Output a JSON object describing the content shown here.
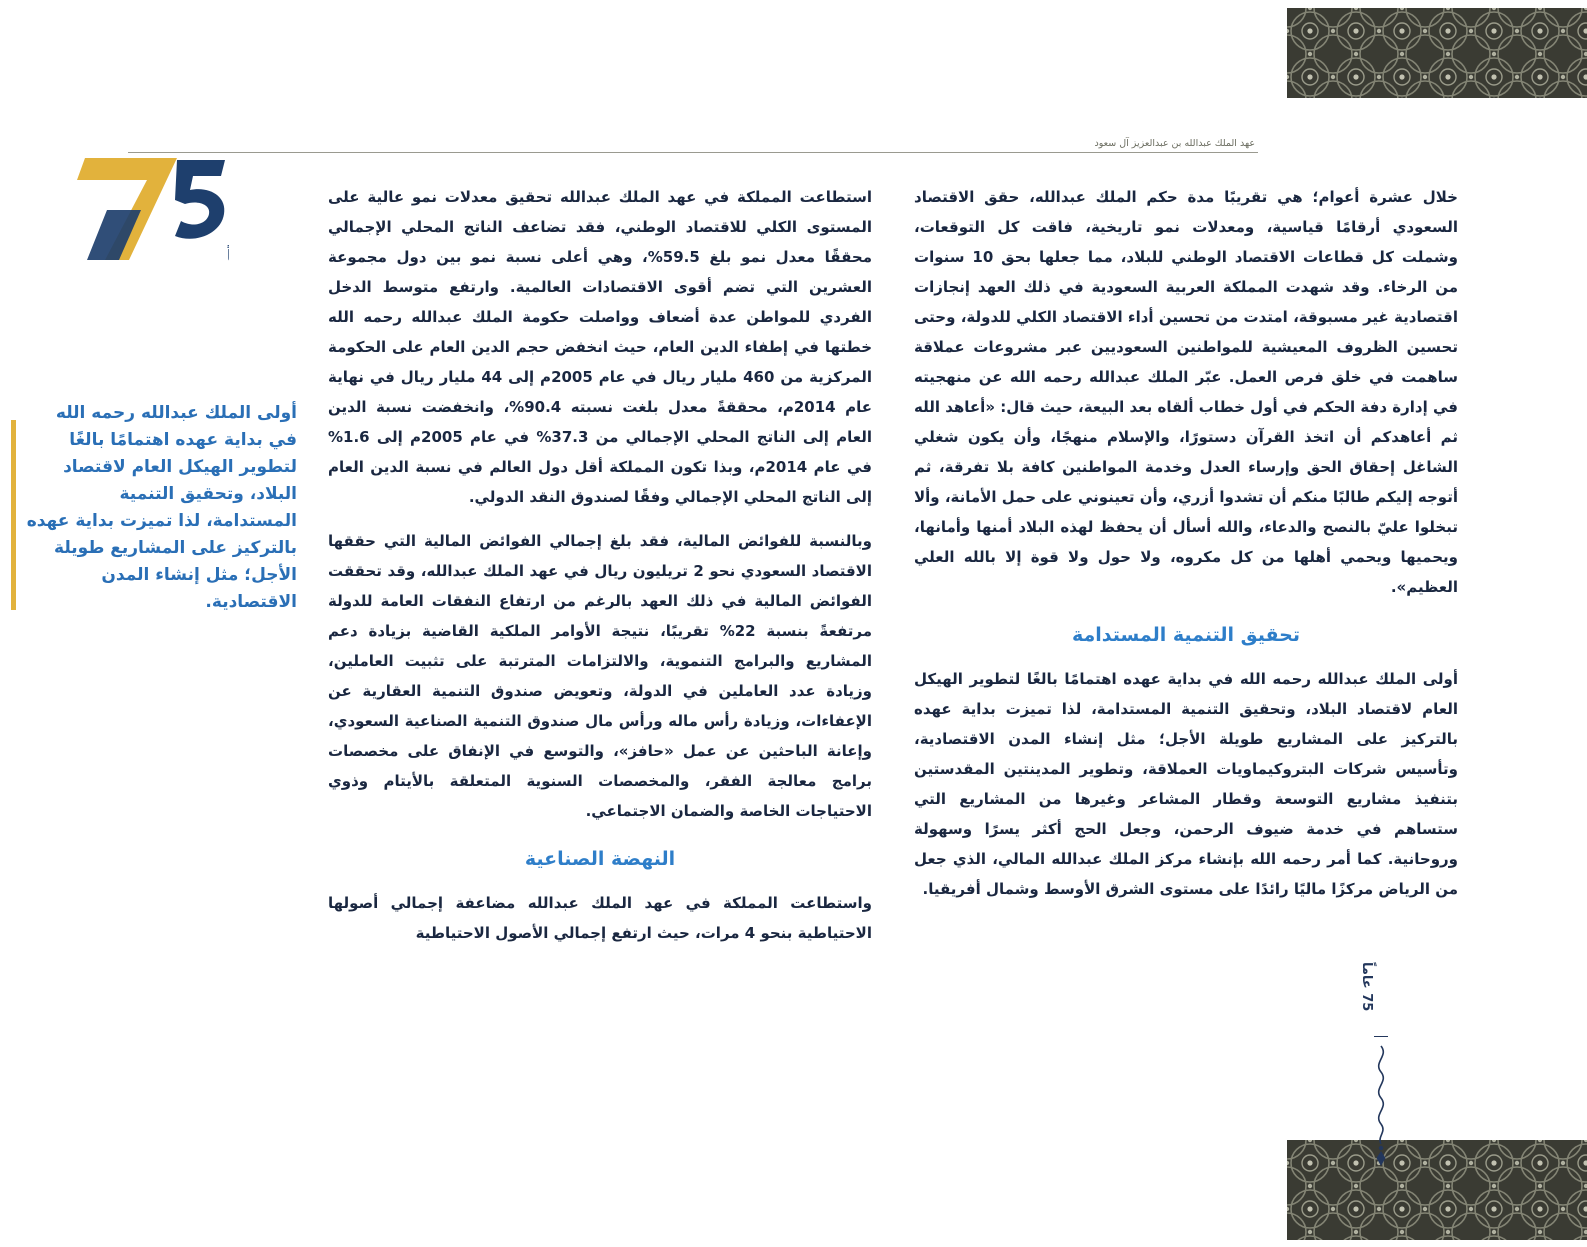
{
  "page": {
    "running_header": "عهد الملك عبدالله بن عبدالعزيز آل سعود",
    "side_label": "75 عاماً"
  },
  "logo": {
    "number": "75",
    "label": "عاماً",
    "gold": "#e2b23c",
    "navy": "#1e3f6d"
  },
  "colors": {
    "body_ink": "#1a2740",
    "heading_blue": "#2e7ec9",
    "quote_blue": "#2a6fb6",
    "accent_gold": "#e2b23c",
    "border_pattern": "#3a3b33"
  },
  "article": {
    "col_right": {
      "p1": "خلال عشرة أعوام؛ هي تقريبًا مدة حكم الملك عبدالله، حقق الاقتصاد السعودي أرقامًا قياسية، ومعدلات نمو تاريخية، فاقت كل التوقعات، وشملت كل قطاعات الاقتصاد الوطني للبلاد، مما جعلها بحق 10 سنوات من الرخاء. وقد شهدت المملكة العربية السعودية في ذلك العهد إنجازات اقتصادية غير مسبوقة، امتدت من تحسين أداء الاقتصاد الكلي للدولة، وحتى تحسين الظروف المعيشية للمواطنين السعوديين عبر مشروعات عملاقة ساهمت في خلق فرص العمل. عبّر الملك عبدالله رحمه الله عن منهجيته في إدارة دفة الحكم في أول خطاب ألقاه بعد البيعة، حيث قال: «أعاهد الله ثم أعاهدكم أن اتخذ القرآن دستورًا، والإسلام منهجًا، وأن يكون شغلي الشاغل إحقاق الحق وإرساء العدل وخدمة المواطنين كافة بلا تفرقة، ثم أتوجه إليكم طالبًا منكم أن تشدوا أزري، وأن تعينوني على حمل الأمانة، وألا تبخلوا عليّ بالنصح والدعاء، والله أسأل أن يحفظ لهذه البلاد أمنها وأمانها، ويحميها ويحمي أهلها من كل مكروه، ولا حول ولا قوة إلا بالله العلي العظيم».",
      "heading": "تحقيق التنمية المستدامة",
      "p2": "أولى الملك عبدالله رحمه الله في بداية عهده اهتمامًا بالغًا لتطوير الهيكل العام لاقتصاد البلاد، وتحقيق التنمية المستدامة، لذا تميزت بداية عهده بالتركيز على المشاريع طويلة الأجل؛ مثل إنشاء المدن الاقتصادية، وتأسيس شركات البتروكيماويات العملاقة، وتطوير المدينتين المقدستين بتنفيذ مشاريع التوسعة وقطار المشاعر وغيرها من المشاريع التي ستساهم في خدمة ضيوف الرحمن، وجعل الحج أكثر يسرًا وسهولة وروحانية. كما أمر رحمه الله بإنشاء مركز الملك عبدالله المالي، الذي جعل من الرياض مركزًا ماليًا رائدًا على مستوى الشرق الأوسط وشمال أفريقيا."
    },
    "col_left": {
      "p1": "استطاعت المملكة في عهد الملك عبدالله تحقيق معدلات نمو عالية على المستوى الكلي للاقتصاد الوطني، فقد تضاعف الناتج المحلي الإجمالي محققًا معدل نمو بلغ 59.5%، وهي أعلى نسبة نمو بين دول مجموعة العشرين التي تضم أقوى الاقتصادات العالمية. وارتفع متوسط الدخل الفردي للمواطن عدة أضعاف وواصلت حكومة الملك عبدالله رحمه الله خطتها في إطفاء الدين العام، حيث انخفض حجم الدين العام على الحكومة المركزية من 460 مليار ريال في عام 2005م إلى 44 مليار ريال في نهاية عام 2014م، محققةً معدل بلغت نسبته 90.4%، وانخفضت نسبة الدين العام إلى الناتج المحلي الإجمالي من 37.3% في عام 2005م إلى 1.6% في عام 2014م، وبذا تكون المملكة أقل دول العالم في نسبة الدين العام إلى الناتج المحلي الإجمالي وفقًا لصندوق النقد الدولي.",
      "p2": "وبالنسبة للفوائض المالية، فقد بلغ إجمالي الفوائض المالية التي حققها الاقتصاد السعودي نحو 2 تريليون ريال في عهد الملك عبدالله، وقد تحققت الفوائض المالية في ذلك العهد بالرغم من ارتفاع النفقات العامة للدولة مرتفعةً بنسبة 22% تقريبًا، نتيجة الأوامر الملكية القاضية بزيادة دعم المشاريع والبرامج التنموية، والالتزامات المترتبة على تثبيت العاملين، وزيادة عدد العاملين في الدولة، وتعويض صندوق التنمية العقارية عن الإعفاءات، وزيادة رأس ماله ورأس مال صندوق التنمية الصناعية السعودي، وإعانة الباحثين عن عمل «حافز»، والتوسع في الإنفاق على مخصصات برامج معالجة الفقر، والمخصصات السنوية المتعلقة بالأيتام وذوي الاحتياجات الخاصة والضمان الاجتماعي.",
      "heading": "النهضة الصناعية",
      "p3": "واستطاعت المملكة في عهد الملك عبدالله مضاعفة إجمالي أصولها الاحتياطية بنحو 4 مرات، حيث ارتفع إجمالي الأصول الاحتياطية"
    }
  },
  "pullquote": {
    "text": "أولى الملك عبدالله رحمه الله في بداية عهده اهتمامًا بالغًا لتطوير الهيكل العام لاقتصاد البلاد، وتحقيق التنمية المستدامة، لذا تميزت بداية عهده بالتركيز على المشاريع طويلة الأجل؛ مثل إنشاء المدن الاقتصادية."
  }
}
